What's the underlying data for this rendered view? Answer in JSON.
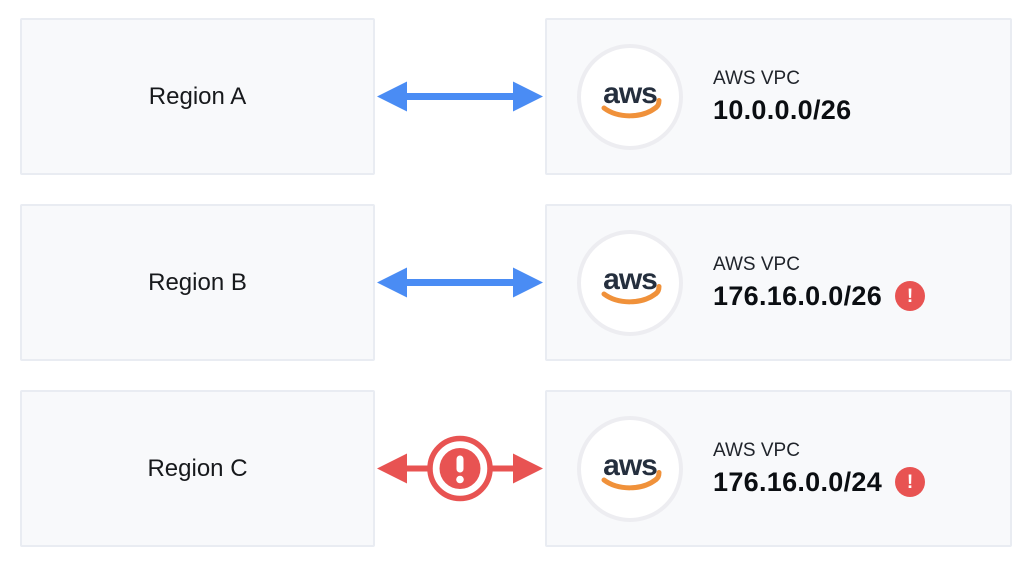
{
  "colors": {
    "ok_arrow": "#4a8cf4",
    "error": "#e85352",
    "box_bg": "#f8f9fb",
    "box_border": "#e9ecf2",
    "aws_navy": "#252f3e",
    "aws_orange": "#f0913a"
  },
  "icons": {
    "warning_glyph": "!",
    "aws_logo_text": "aws"
  },
  "rows": [
    {
      "region": {
        "label": "Region A"
      },
      "connector": {
        "status": "ok"
      },
      "vpc": {
        "provider": "AWS VPC",
        "cidr": "10.0.0.0/26",
        "warning": false
      }
    },
    {
      "region": {
        "label": "Region B"
      },
      "connector": {
        "status": "ok"
      },
      "vpc": {
        "provider": "AWS VPC",
        "cidr": "176.16.0.0/26",
        "warning": true
      }
    },
    {
      "region": {
        "label": "Region C"
      },
      "connector": {
        "status": "error"
      },
      "vpc": {
        "provider": "AWS VPC",
        "cidr": "176.16.0.0/24",
        "warning": true
      }
    }
  ]
}
